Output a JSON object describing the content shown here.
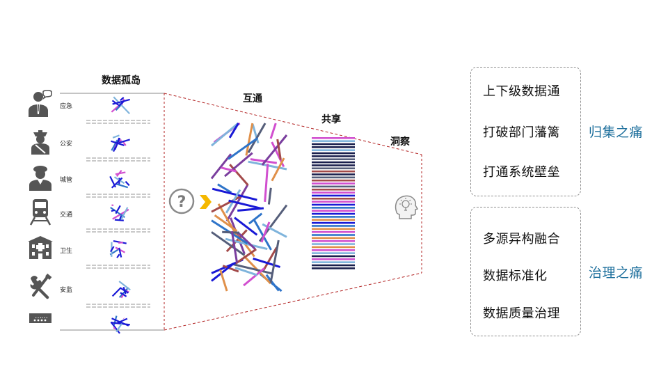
{
  "left": {
    "title": "数据孤岛",
    "departments": [
      {
        "label": "应急",
        "icon": "emergency-officer-icon"
      },
      {
        "label": "公安",
        "icon": "police-officer-icon"
      },
      {
        "label": "城管",
        "icon": "urban-officer-icon"
      },
      {
        "label": "交通",
        "icon": "train-icon"
      },
      {
        "label": "卫生",
        "icon": "hospital-icon"
      },
      {
        "label": "安监",
        "icon": "tools-icon"
      },
      {
        "label": "",
        "icon": "more-ellipsis-icon"
      }
    ],
    "more_text": "……"
  },
  "center": {
    "question_icon": "question-circle-icon",
    "arrow_icon": "chevron-right-icon",
    "label_hutong": "互通",
    "label_gongxiang": "共享",
    "label_dongcha": "洞察",
    "insight_icon": "head-lightbulb-icon"
  },
  "right": {
    "cards": [
      {
        "items": [
          "上下级数据通",
          "打破部门藩篱",
          "打通系统壁垒"
        ],
        "pain": "归集之痛"
      },
      {
        "items": [
          "多源异构融合",
          "数据标准化",
          "数据质量治理"
        ],
        "pain": "治理之痛"
      }
    ]
  },
  "colors": {
    "accent_blue": "#1d6f9c",
    "frame_red": "#b22222",
    "arrow_yellow": "#f5b800",
    "line_palette": [
      "#1919d6",
      "#d14fcf",
      "#2e74c9",
      "#e0904a",
      "#a34a4a",
      "#555e7a",
      "#7fb4dc",
      "#7a3e9e"
    ]
  }
}
